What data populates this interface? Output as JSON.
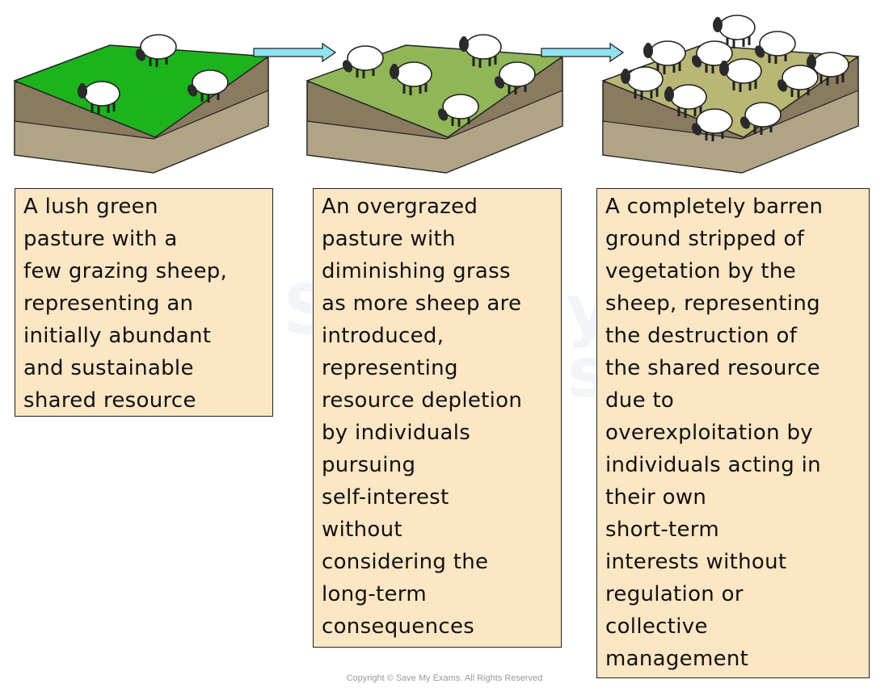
{
  "panels": [
    {
      "lines": [
        "A lush green",
        "pasture with a",
        "few grazing sheep,",
        "representing an",
        "initially abundant",
        "and sustainable",
        "shared resource"
      ],
      "grass_color": "#1db31d"
    },
    {
      "lines": [
        "An overgrazed",
        "pasture with",
        "diminishing grass",
        "as more sheep are",
        "introduced,",
        "representing",
        "resource depletion",
        "by individuals",
        "pursuing",
        "self-interest",
        "without",
        "considering the",
        "long-term",
        "consequences"
      ],
      "grass_color": "#8fb657"
    },
    {
      "lines": [
        "A completely barren",
        "ground stripped of",
        "vegetation by the",
        "sheep, representing",
        "the destruction of",
        "the shared resource",
        "due to",
        "overexploitation by",
        "individuals acting in",
        "their own",
        "short-term",
        "interests without",
        "regulation or",
        "collective",
        "management"
      ],
      "grass_color": "#b8b775"
    }
  ],
  "colors": {
    "caption_bg": "#fde6c4",
    "arrow": "#8fe3f0",
    "soil_dark": "#8a7a5f",
    "soil_light": "#b1a486"
  },
  "watermark": {
    "line1": "Save My",
    "line2": "Exams"
  },
  "copyright": "Copyright © Save My Exams. All Rights Reserved"
}
